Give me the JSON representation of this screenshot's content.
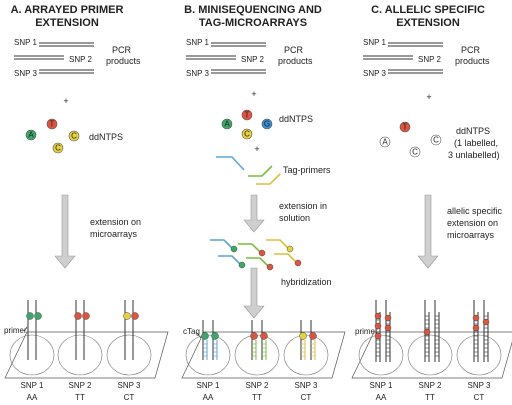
{
  "colors": {
    "A": "#3aa866",
    "T": "#e0533c",
    "G": "#3a8fd6",
    "C": "#e8d23a",
    "line": "#333333",
    "arrow": "#cfcfcf",
    "ladder_blue": "#5ba6d6",
    "ladder_green": "#7dbb3d",
    "ladder_yellow": "#d9c23a"
  },
  "panels": [
    {
      "id": "a",
      "title_lines": [
        "A. ARRAYED PRIMER",
        "EXTENSION"
      ],
      "snp_labels": [
        "SNP 1",
        "SNP 2",
        "SNP 3"
      ],
      "pcr_lines": [
        "PCR",
        "products"
      ],
      "plus": "+",
      "nucleotides": [
        "A",
        "T",
        "C",
        "C"
      ],
      "nucleotide_label": "ddNTPS",
      "arrow_label_lines": [
        "extension on",
        "microarrays"
      ],
      "primer_label": "primer",
      "spots": [
        {
          "snp": "SNP 1",
          "genotype": "AA"
        },
        {
          "snp": "SNP 2",
          "genotype": "TT"
        },
        {
          "snp": "SNP 3",
          "genotype": "CT"
        }
      ]
    },
    {
      "id": "b",
      "title_lines": [
        "B. MINISEQUENCING AND",
        "TAG-MICROARRAYS"
      ],
      "snp_labels": [
        "SNP 1",
        "SNP 2",
        "SNP 3"
      ],
      "pcr_lines": [
        "PCR",
        "products"
      ],
      "plus": "+",
      "nucleotides": [
        "A",
        "T",
        "G",
        "C"
      ],
      "nucleotide_label": "ddNTPS",
      "plus2": "+",
      "tag_label": "Tag-primers",
      "arrow1_label_lines": [
        "extension in",
        "solution"
      ],
      "arrow2_label": "hybridization",
      "ctag_label": "cTag",
      "spots": [
        {
          "snp": "SNP 1",
          "genotype": "AA"
        },
        {
          "snp": "SNP 2",
          "genotype": "TT"
        },
        {
          "snp": "SNP 3",
          "genotype": "CT"
        }
      ]
    },
    {
      "id": "c",
      "title_lines": [
        "C. ALLELIC SPECIFIC",
        "EXTENSION"
      ],
      "snp_labels": [
        "SNP 1",
        "SNP 2",
        "SNP 3"
      ],
      "pcr_lines": [
        "PCR",
        "products"
      ],
      "plus": "+",
      "nucleotides": [
        "A",
        "T",
        "C",
        "C"
      ],
      "nucleotide_label_lines": [
        "ddNTPS",
        "(1 labelled,",
        "3 unlabelled)"
      ],
      "arrow_label_lines": [
        "allelic specific",
        "extension on",
        "microarrays"
      ],
      "primer_label": "primer",
      "spots": [
        {
          "snp": "SNP 1",
          "genotype": "AA"
        },
        {
          "snp": "SNP 2",
          "genotype": "TT"
        },
        {
          "snp": "SNP 3",
          "genotype": "CT"
        }
      ]
    }
  ]
}
